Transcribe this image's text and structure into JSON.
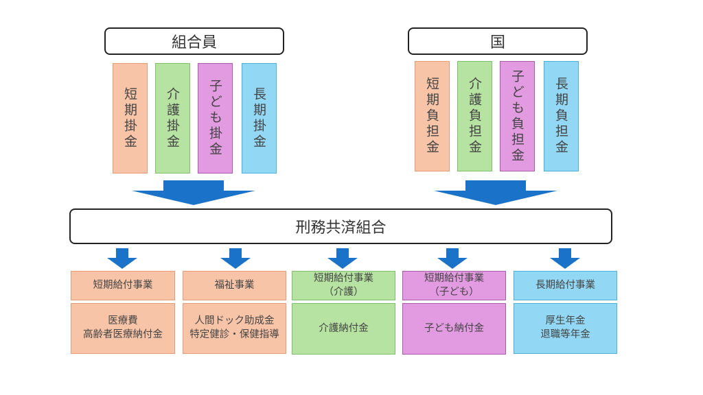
{
  "colors": {
    "arrow": "#1a73c8",
    "orange": "#f8c4a7",
    "green": "#b6e3a1",
    "pink": "#e29be0",
    "blue": "#92d7f4"
  },
  "members": {
    "title": "組合員",
    "columns": [
      {
        "label": "短期掛金",
        "color": "orange"
      },
      {
        "label": "介護掛金",
        "color": "green"
      },
      {
        "label": "子ども掛金",
        "color": "pink"
      },
      {
        "label": "長期掛金",
        "color": "blue"
      }
    ]
  },
  "state": {
    "title": "国",
    "columns": [
      {
        "label": "短期負担金",
        "color": "orange"
      },
      {
        "label": "介護負担金",
        "color": "green"
      },
      {
        "label": "子ども負担金",
        "color": "pink"
      },
      {
        "label": "長期負担金",
        "color": "blue"
      }
    ]
  },
  "association": {
    "title": "刑務共済組合"
  },
  "programs": [
    {
      "header": "短期給付事業",
      "detail": "医療費\n高齢者医療納付金",
      "color": "orange"
    },
    {
      "header": "福祉事業",
      "detail": "人間ドック助成金\n特定健診・保健指導",
      "color": "orange"
    },
    {
      "header": "短期給付事業\n（介護）",
      "detail": "介護納付金",
      "color": "green"
    },
    {
      "header": "短期給付事業\n（子ども）",
      "detail": "子ども納付金",
      "color": "pink"
    },
    {
      "header": "長期給付事業",
      "detail": "厚生年金\n退職等年金",
      "color": "blue"
    }
  ]
}
